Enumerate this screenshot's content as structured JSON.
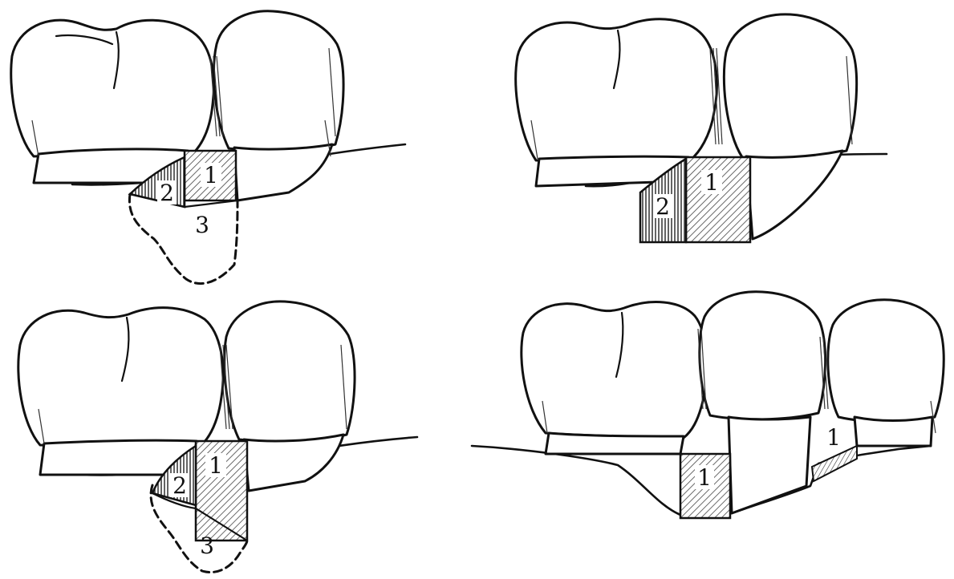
{
  "panels": [
    {
      "id": "top-left",
      "labels": [
        "1",
        "2",
        "3"
      ]
    },
    {
      "id": "top-right",
      "labels": [
        "1",
        "2"
      ]
    },
    {
      "id": "bottom-left",
      "labels": [
        "1",
        "2",
        "3"
      ]
    },
    {
      "id": "bottom-right",
      "labels": [
        "1",
        "1"
      ]
    }
  ],
  "colors": {
    "ink": "#111111",
    "paper": "#ffffff",
    "hatch": "#555555"
  }
}
